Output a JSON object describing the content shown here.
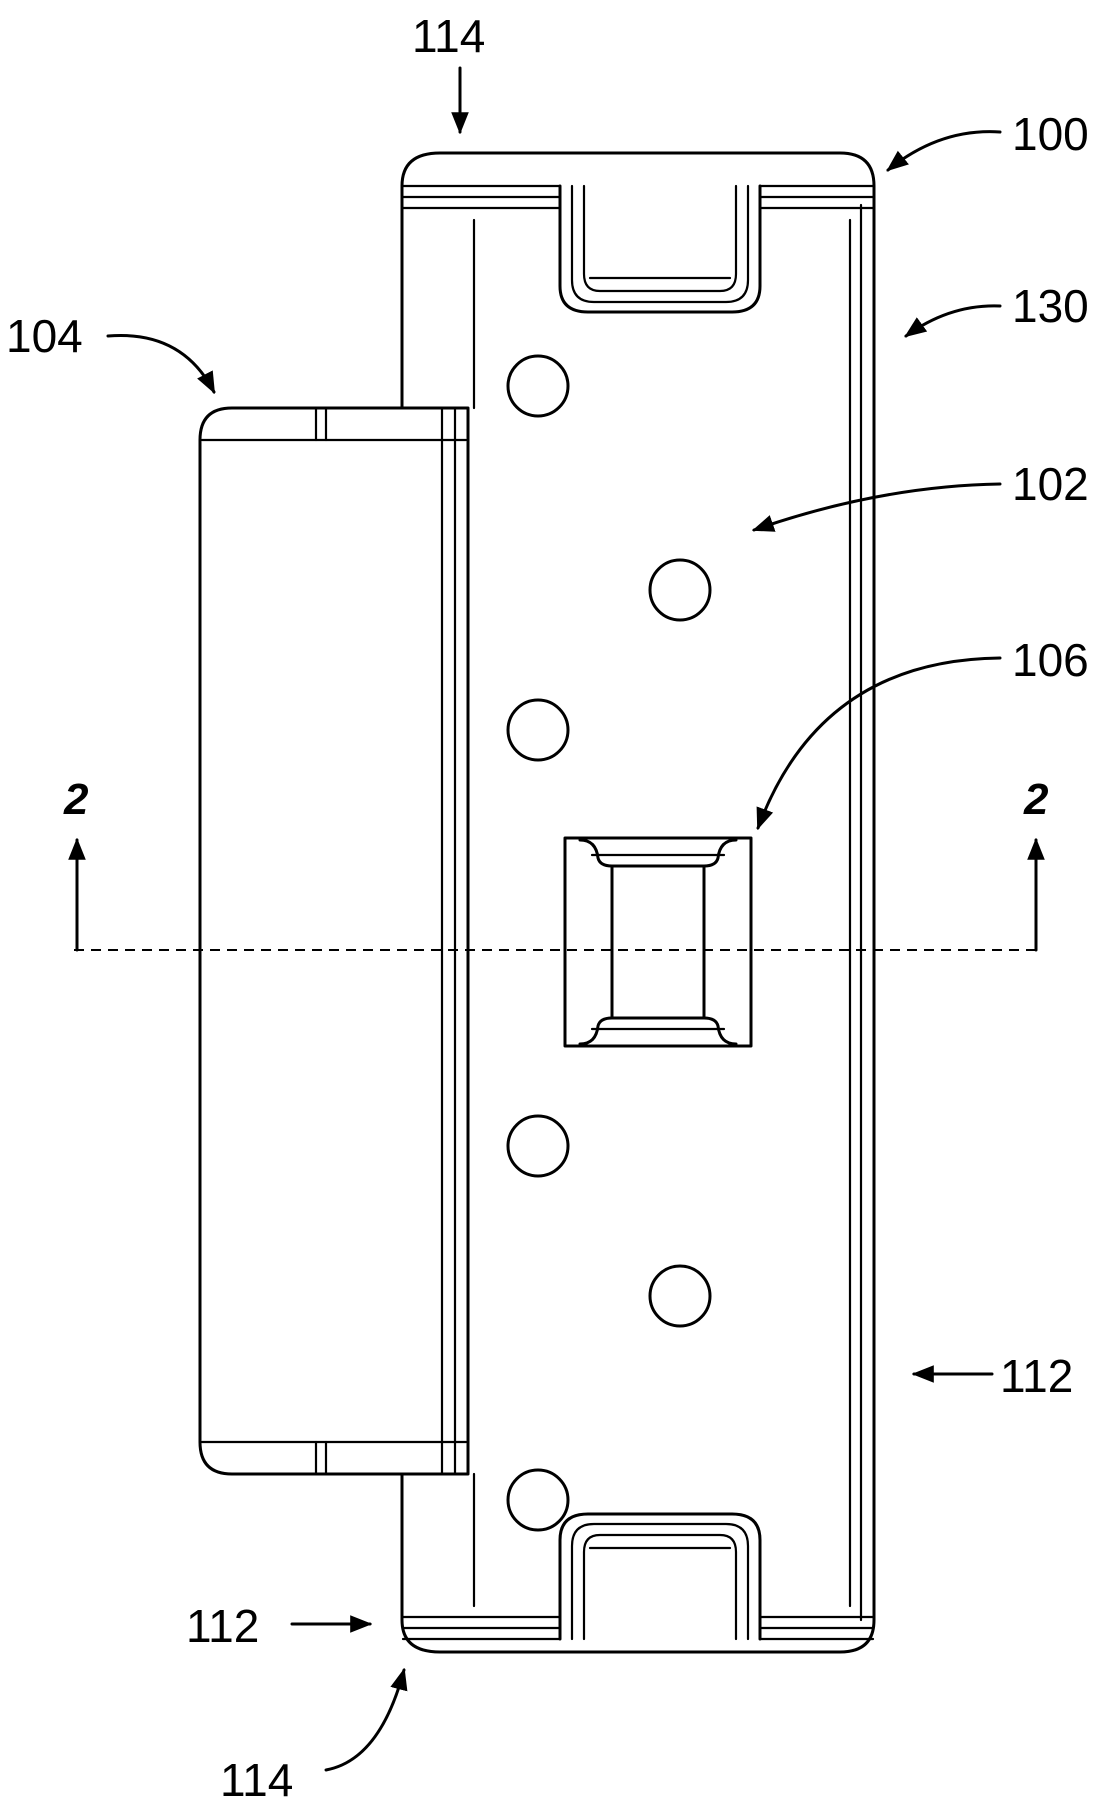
{
  "labels": {
    "top_114": "114",
    "ref_100": "100",
    "ref_130": "130",
    "ref_104": "104",
    "ref_102": "102",
    "ref_106": "106",
    "section_left": "2",
    "section_right": "2",
    "right_112": "112",
    "left_112": "112",
    "bottom_114": "114"
  }
}
